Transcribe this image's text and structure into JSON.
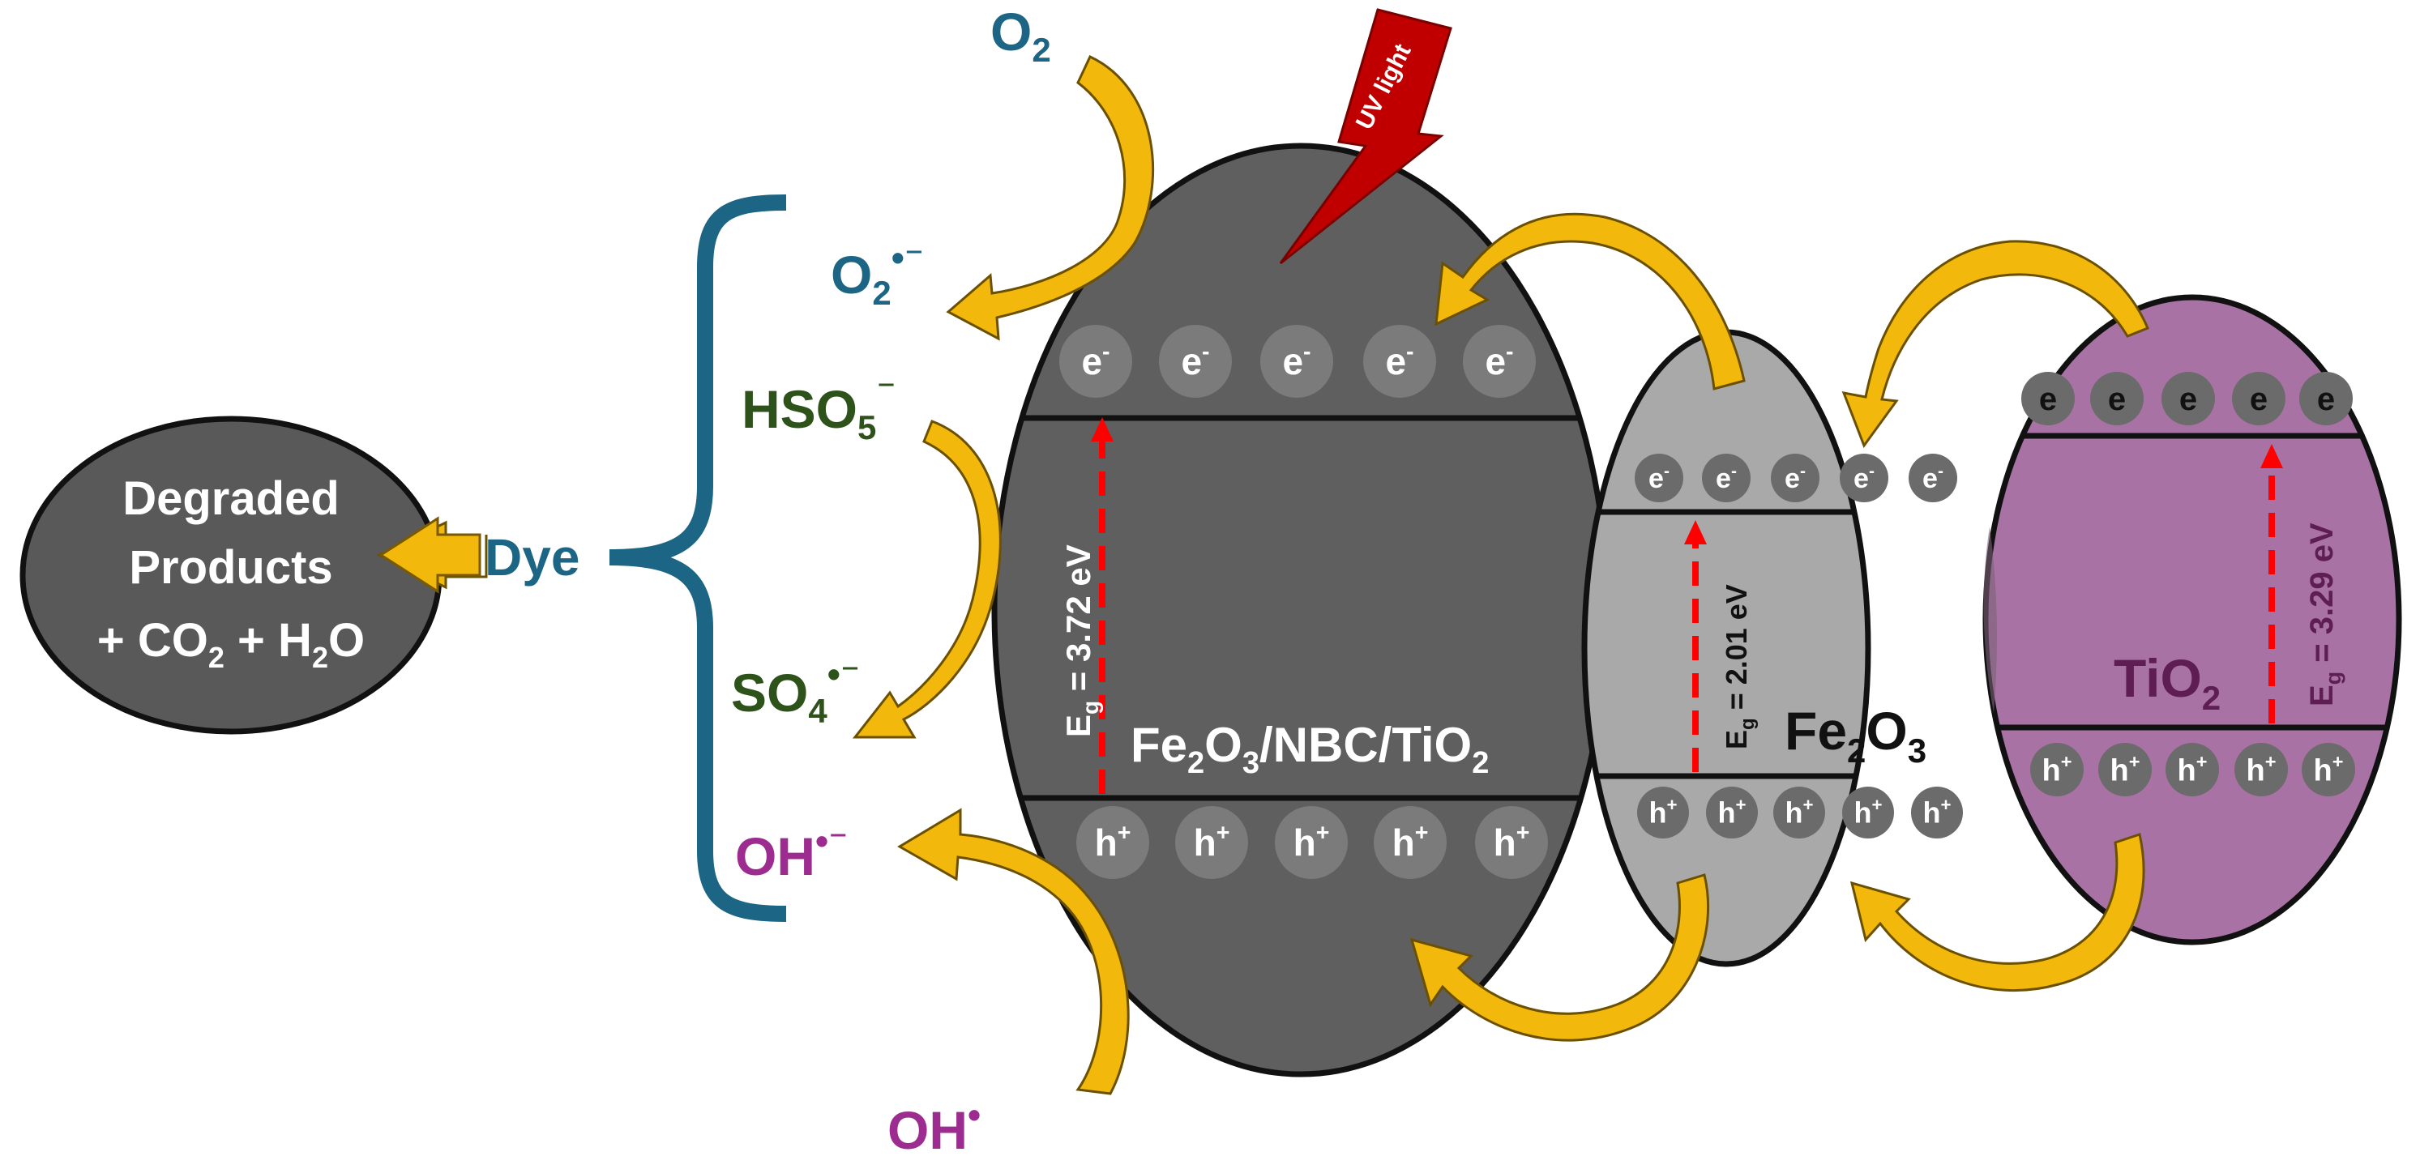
{
  "colors": {
    "composite_fill": "#5f5f5f",
    "fe2o3_fill": "#a9a9a9",
    "tio2_fill": "#a873a4",
    "degraded_fill": "#595959",
    "arrow_fill": "#f2b90c",
    "arrow_dark": "#c79400",
    "brace": "#1c6584",
    "blue_text": "#1c6584",
    "green_text": "#2e531a",
    "magenta_text": "#9c2c8f",
    "tio2_text": "#5e1d53",
    "band_gap_arrow": "#ff0000",
    "uv_bolt": "#c00000"
  },
  "degraded": {
    "line1": "Degraded",
    "line2": "Products",
    "co2_prefix": "+ CO",
    "co2_sub": "2",
    "h2o_prefix": " + H",
    "h2o_sub": "2",
    "h2o_suffix": "O"
  },
  "dye_label": "Dye",
  "species": {
    "o2": {
      "base": "O",
      "sub": "2"
    },
    "o2_radical": {
      "base": "O",
      "sub": "2",
      "sup": "•⁻"
    },
    "hso5": {
      "base": "HSO",
      "sub": "5",
      "sup": "⁻"
    },
    "so4_radical": {
      "base": "SO",
      "sub": "4",
      "sup": "•⁻"
    },
    "oh_radical": {
      "base": "OH",
      "sup": "•⁻"
    },
    "oh_bottom": {
      "base": "OH",
      "sup": "•"
    }
  },
  "uv_label": "UV light",
  "composite": {
    "label_parts": [
      "Fe",
      "2",
      "O",
      "3",
      "/NBC/TiO",
      "2"
    ],
    "electron_label": "e",
    "electron_sup": "-",
    "hole_label": "h",
    "hole_sup": "+",
    "band_gap": {
      "prefix": "E",
      "sub": "g",
      "text": " = 3.72 eV"
    }
  },
  "fe2o3": {
    "label_parts": [
      "Fe",
      "2",
      "O",
      "3"
    ],
    "electron_label": "e",
    "electron_sup": "-",
    "hole_label": "h",
    "hole_sup": "+",
    "band_gap": {
      "prefix": "E",
      "sub": "g",
      "text": " = 2.01 eV"
    }
  },
  "tio2": {
    "label_parts": [
      "TiO",
      "2"
    ],
    "electron_label": "e",
    "hole_label": "h",
    "hole_sup": "+",
    "band_gap": {
      "prefix": "E",
      "sub": "g",
      "text": " = 3.29 eV"
    }
  }
}
